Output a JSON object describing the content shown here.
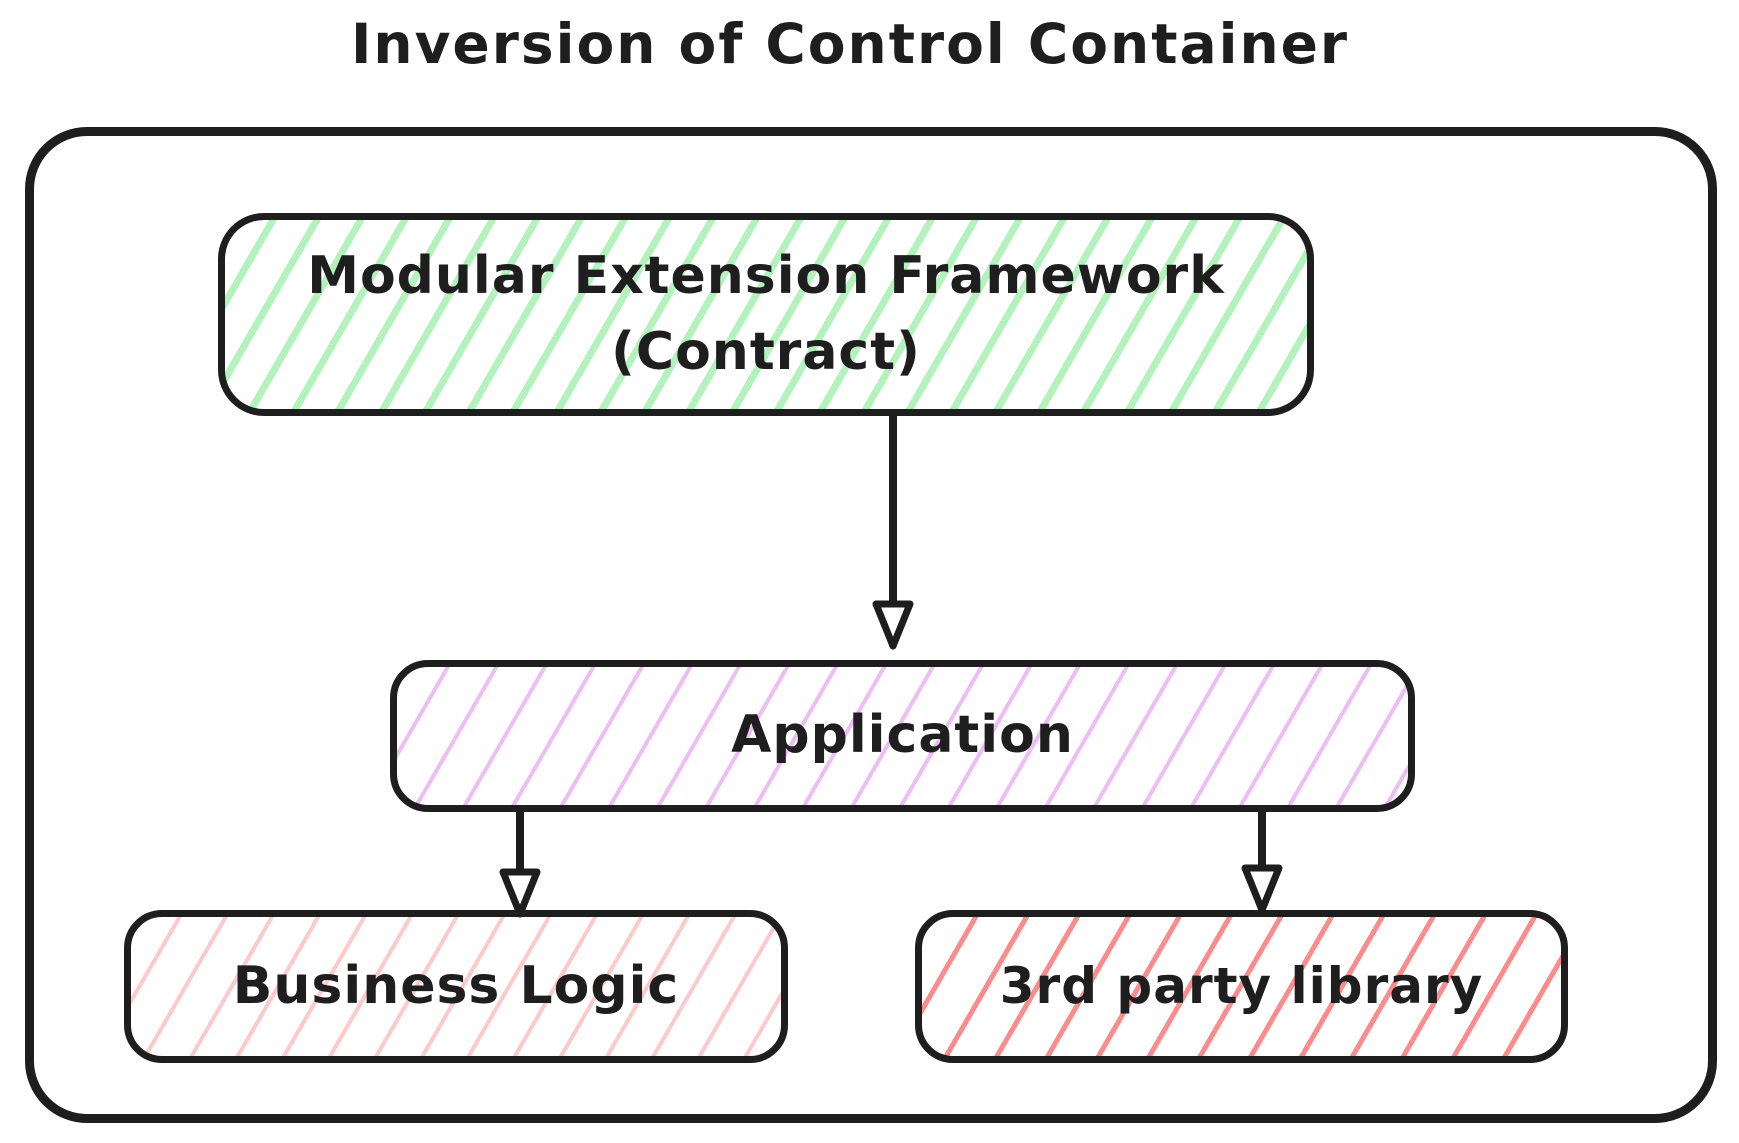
{
  "title": "Inversion of Control Container",
  "colors": {
    "stroke": "#1e1e1e",
    "background": "#ffffff",
    "hatch-green": "#b2f2bb",
    "hatch-purple": "#eebdf6",
    "hatch-pink": "#ffc9c9",
    "hatch-red": "#ff8a8a"
  },
  "nodes": {
    "framework": {
      "line1": "Modular Extension Framework",
      "line2": "(Contract)"
    },
    "application": {
      "label": "Application"
    },
    "business_logic": {
      "label": "Business Logic"
    },
    "third_party": {
      "label": "3rd party library"
    }
  },
  "edges": [
    {
      "from": "Modular Extension Framework (Contract)",
      "to": "Application"
    },
    {
      "from": "Application",
      "to": "Business Logic"
    },
    {
      "from": "Application",
      "to": "3rd party library"
    }
  ]
}
